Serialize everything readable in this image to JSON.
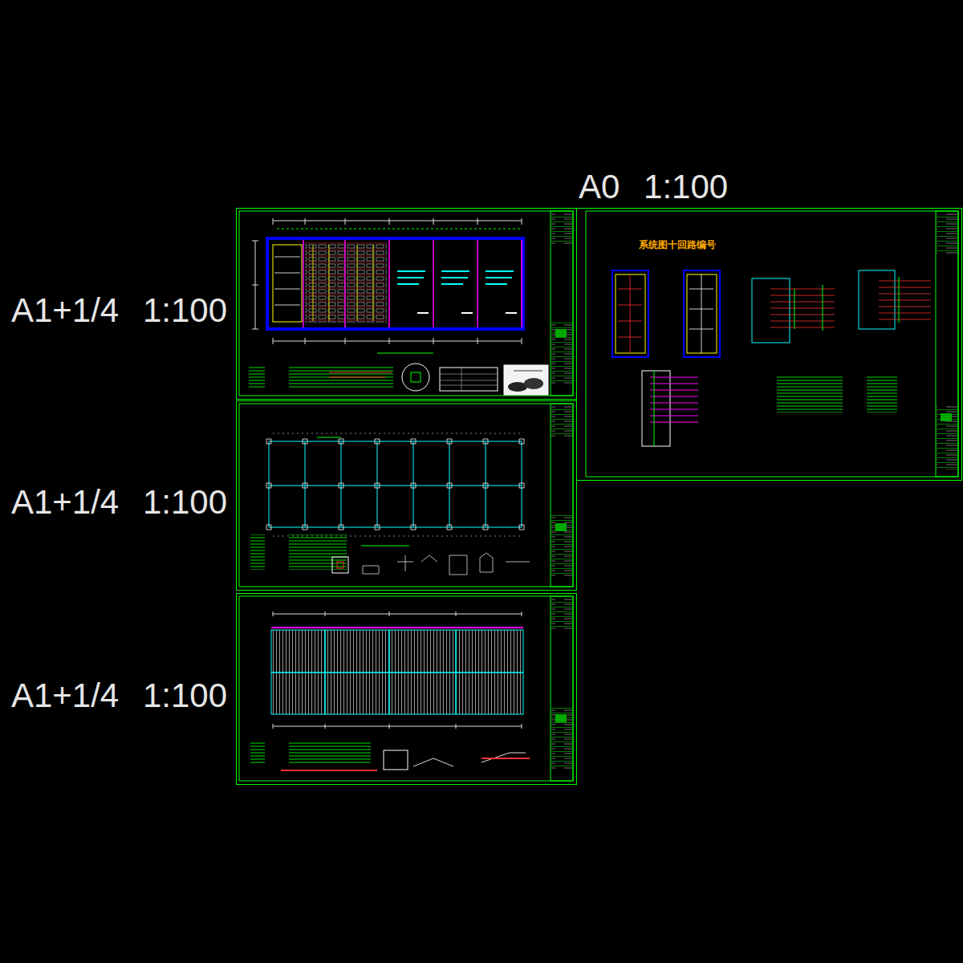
{
  "diagram": {
    "nodes": [
      {
        "text": [
          "A1+1/4 1:100"
        ]
      },
      {
        "text": [
          "A1+1/4 1:100"
        ]
      },
      {
        "text": [
          "A1+1/4 1:100"
        ]
      },
      {
        "text": [
          "A0 1:100",
          "系统图十回路编号"
        ]
      }
    ]
  }
}
